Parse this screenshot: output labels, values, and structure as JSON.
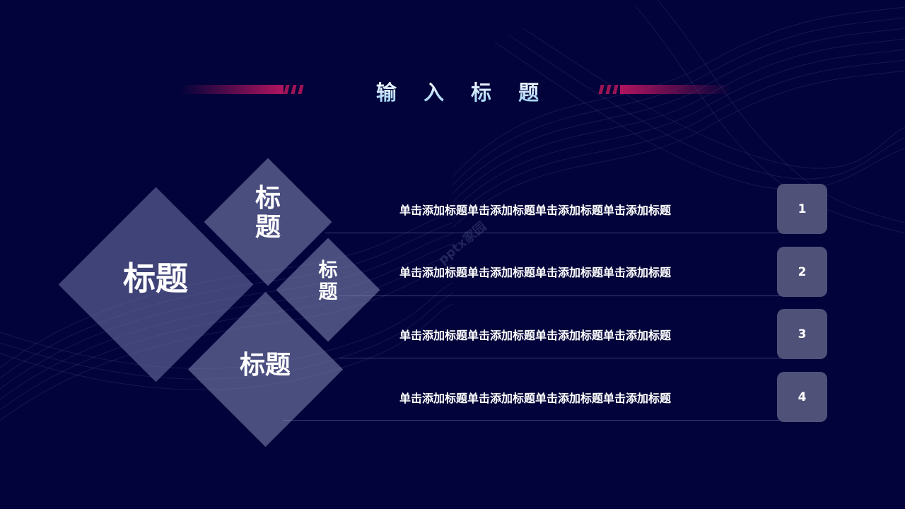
{
  "slide": {
    "title": "输 入 标 题",
    "background_color": "#02033a",
    "accent_color": "#b0145e"
  },
  "diamonds": [
    {
      "id": "large",
      "label": "标题"
    },
    {
      "id": "top",
      "label_line1": "标",
      "label_line2": "题"
    },
    {
      "id": "right",
      "label_line1": "标",
      "label_line2": "题"
    },
    {
      "id": "bottom",
      "label": "标题"
    }
  ],
  "items": [
    {
      "text": "单击添加标题单击添加标题单击添加标题单击添加标题",
      "number": "1"
    },
    {
      "text": "单击添加标题单击添加标题单击添加标题单击添加标题",
      "number": "2"
    },
    {
      "text": "单击添加标题单击添加标题单击添加标题单击添加标题",
      "number": "3"
    },
    {
      "text": "单击添加标题单击添加标题单击添加标题单击添加标题",
      "number": "4"
    }
  ],
  "watermark": "pptx家园"
}
